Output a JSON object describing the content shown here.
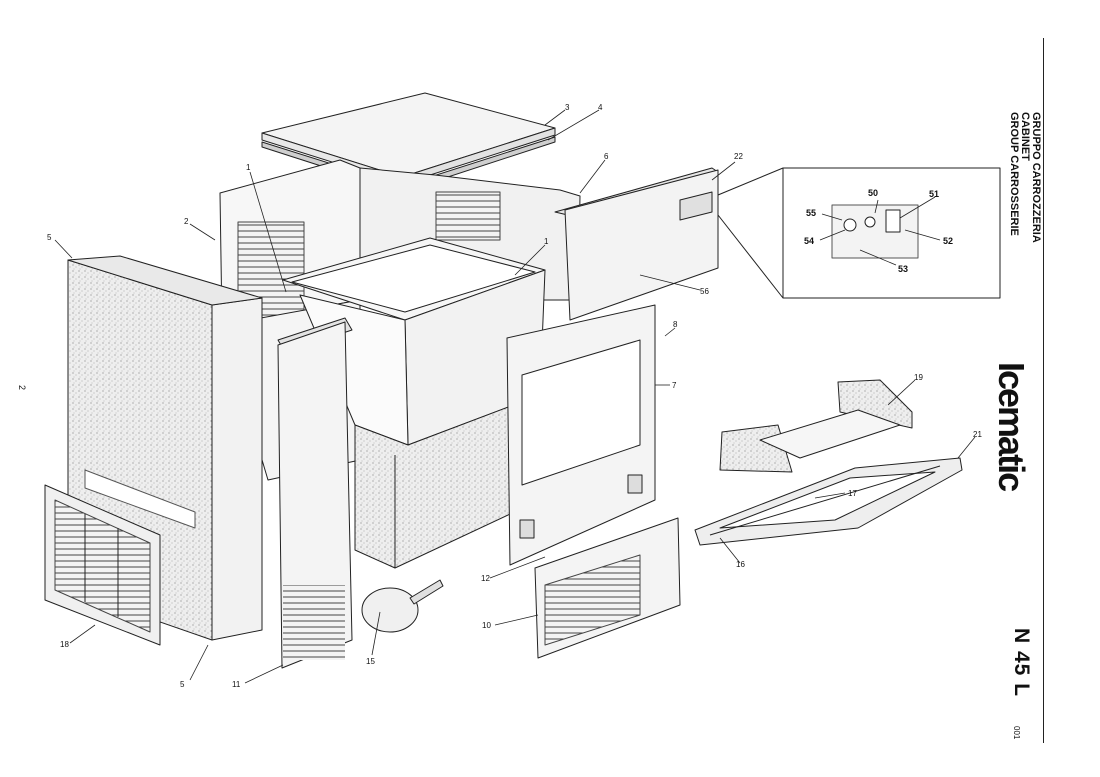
{
  "header": {
    "group_it": "GRUPPO CARROZZERIA",
    "group_en": "CABINET",
    "group_fr": "GROUP CARROSSERIE"
  },
  "brand": "Icematic",
  "model": "N 45 L",
  "sheet_code": "001",
  "page_number": "2",
  "diagram": {
    "callouts": [
      "1",
      "1",
      "2",
      "3",
      "4",
      "5",
      "5",
      "6",
      "7",
      "8",
      "10",
      "11",
      "12",
      "15",
      "16",
      "17",
      "18",
      "19",
      "21",
      "22",
      "56"
    ],
    "detail_callouts": [
      "50",
      "51",
      "52",
      "53",
      "54",
      "55"
    ]
  },
  "colors": {
    "line": "#222222",
    "panel_fill": "#efefef",
    "speckle_fill": "#d9d9d9"
  }
}
